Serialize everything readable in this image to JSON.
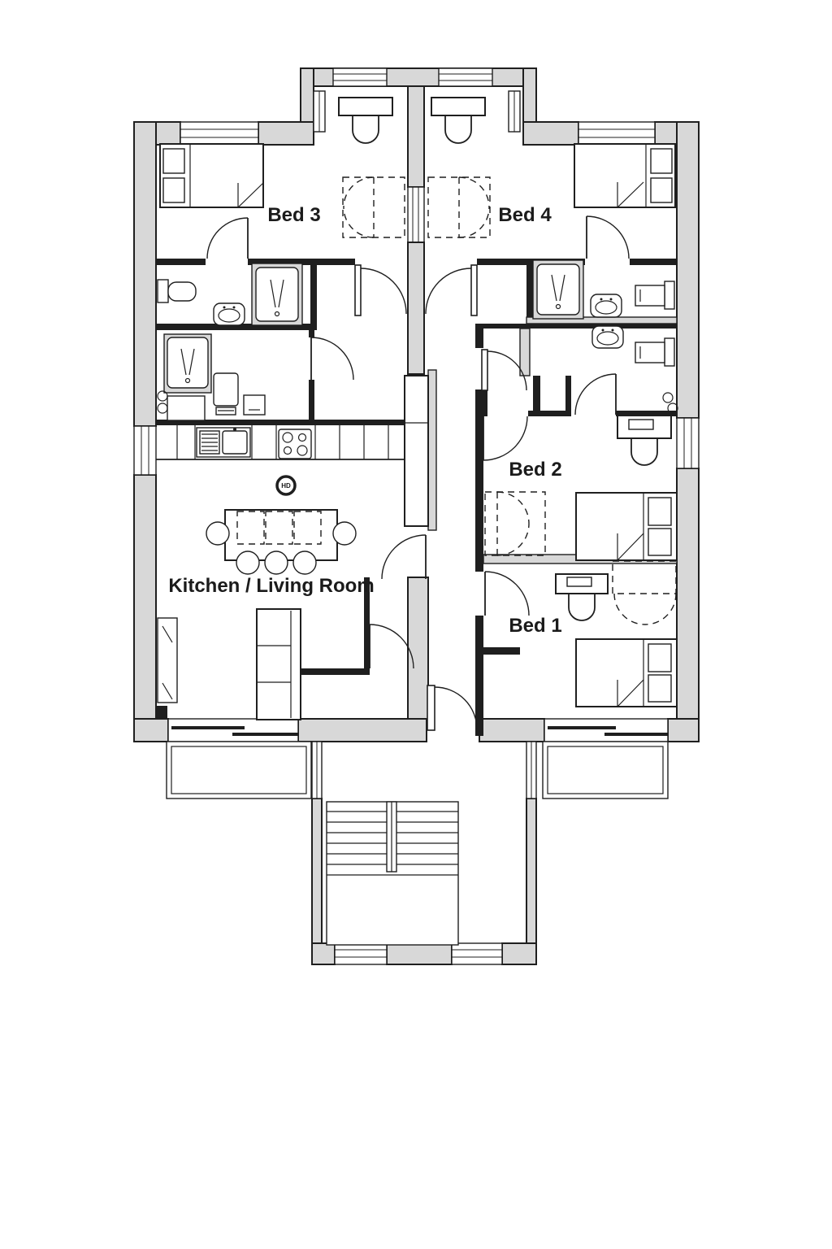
{
  "floor_plan": {
    "labels": {
      "bed1": "Bed 1",
      "bed2": "Bed 2",
      "bed3": "Bed 3",
      "bed4": "Bed 4",
      "kitchen_living": "Kitchen / Living Room",
      "heat_detector": "HD"
    },
    "colors": {
      "wall_fill": "#d8d8d8",
      "line": "#1f1f1f",
      "window_fill": "#ffffff",
      "background": "#ffffff"
    }
  }
}
